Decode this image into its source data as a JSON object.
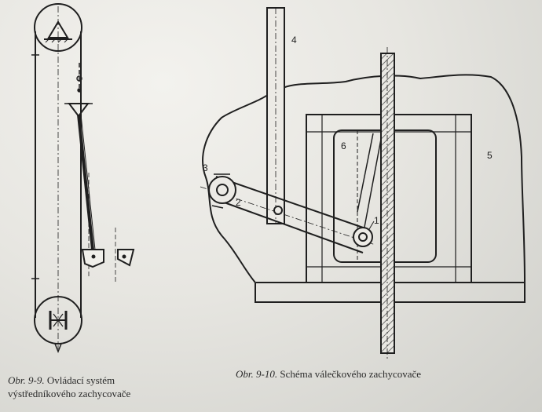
{
  "figure_left": {
    "caption_line1_lead": "Obr. 9-9.",
    "caption_line1_rest": " Ovládací systém",
    "caption_line2": "výstředníkového zachycovače"
  },
  "figure_right": {
    "caption_lead": "Obr. 9-10.",
    "caption_rest": " Schéma válečkového zachycovače",
    "part_labels": {
      "one": "1",
      "two": "2",
      "three": "3",
      "four": "4",
      "five": "5",
      "six": "6"
    }
  },
  "colors": {
    "ink": "#1f1f1f",
    "hatch": "#3a3a3a",
    "paper": "#e9e8e3"
  }
}
